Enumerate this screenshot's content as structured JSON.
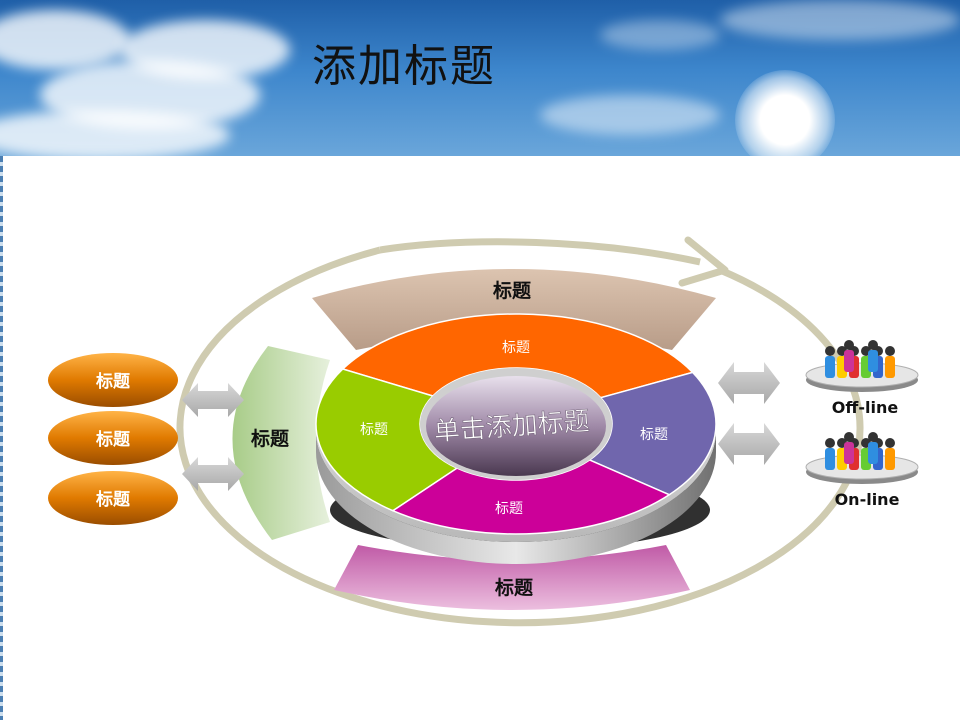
{
  "slide": {
    "title": "添加标题"
  },
  "center": {
    "label": "单击添加标题"
  },
  "ring_segments": {
    "top": "标题",
    "left": "标题",
    "right": "标题",
    "bottom": "标题"
  },
  "outer_bands": {
    "top": "标题",
    "bottom": "标题",
    "left": "标题"
  },
  "pills": [
    "标题",
    "标题",
    "标题"
  ],
  "status": {
    "offline": "Off-line",
    "online": "On-line"
  },
  "colors": {
    "orange": "#ff6600",
    "green": "#99cc00",
    "purple": "#7066ad",
    "magenta": "#cc0099",
    "pill": "#e07a00",
    "sky": "#2a6fb8"
  }
}
